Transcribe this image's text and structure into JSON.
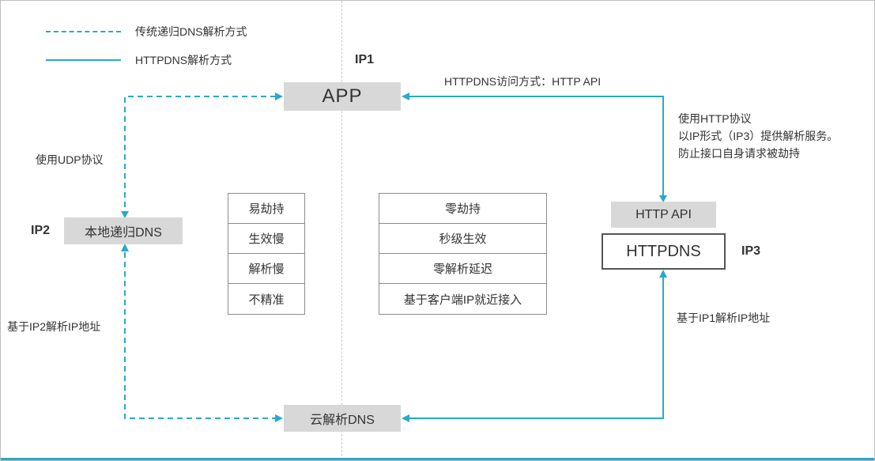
{
  "colors": {
    "accent": "#29a9c9",
    "box_fill": "#d8d8d8",
    "httpdns_border": "#555555",
    "table_border": "#8c8c8c",
    "text": "#333333",
    "divider": "#cccccc"
  },
  "legend": {
    "dashed_label": "传统递归DNS解析方式",
    "solid_label": "HTTPDNS解析方式"
  },
  "nodes": {
    "app": {
      "label": "APP",
      "ip": "IP1"
    },
    "local_dns": {
      "label": "本地递归DNS",
      "ip": "IP2"
    },
    "http_api": {
      "label": "HTTP API"
    },
    "httpdns": {
      "label": "HTTPDNS",
      "ip": "IP3"
    },
    "cloud_dns": {
      "label": "云解析DNS"
    }
  },
  "annotations": {
    "udp_protocol": "使用UDP协议",
    "resolve_by_ip2": "基于IP2解析IP地址",
    "access_method": "HTTPDNS访问方式：HTTP API",
    "http_desc": [
      "使用HTTP协议",
      "以IP形式（IP3）提供解析服务。",
      "防止接口自身请求被劫持"
    ],
    "resolve_by_ip1": "基于IP1解析IP地址"
  },
  "comparison": {
    "traditional": [
      "易劫持",
      "生效慢",
      "解析慢",
      "不精准"
    ],
    "httpdns": [
      "零劫持",
      "秒级生效",
      "零解析延迟",
      "基于客户端IP就近接入"
    ]
  }
}
